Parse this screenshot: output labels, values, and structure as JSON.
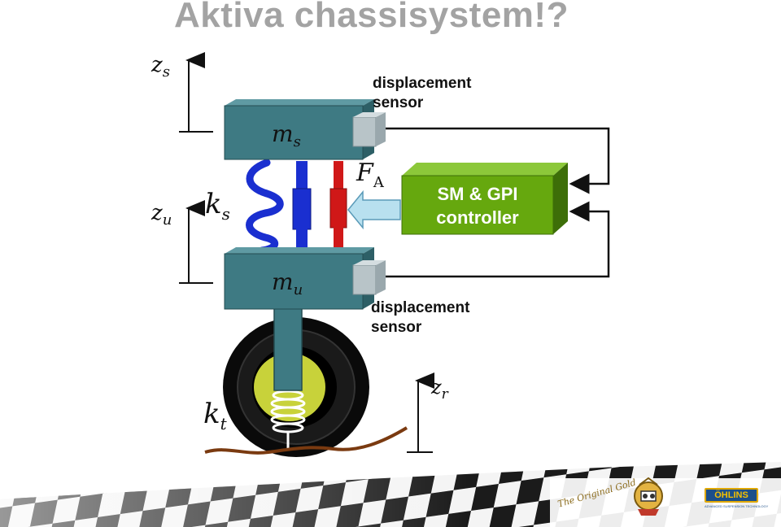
{
  "title": "Aktiva chassisystem!?",
  "diagram": {
    "labels": {
      "zs": "z",
      "zs_sub": "s",
      "zu": "z",
      "zu_sub": "u",
      "zr": "z",
      "zr_sub": "r",
      "ks": "k",
      "ks_sub": "s",
      "kt": "k",
      "kt_sub": "t",
      "ms": "m",
      "ms_sub": "s",
      "mu": "m",
      "mu_sub": "u",
      "fa": "F",
      "fa_sub": "A"
    },
    "sensor_top_line1": "displacement",
    "sensor_top_line2": "sensor",
    "sensor_bottom_line1": "displacement",
    "sensor_bottom_line2": "sensor",
    "controller_line1": "SM & GPI",
    "controller_line2": "controller"
  },
  "footer": {
    "signature": "The Original Gold",
    "brand": "ÖHLINS",
    "brand_sub": "ADVANCED SUSPENSION TECHNOLOGY"
  },
  "colors": {
    "mass_block": "#3e7a83",
    "spring_blue": "#1a2fd0",
    "damper_red": "#d01818",
    "controller_green": "#66a80e",
    "title_gray": "#a3a3a3"
  }
}
